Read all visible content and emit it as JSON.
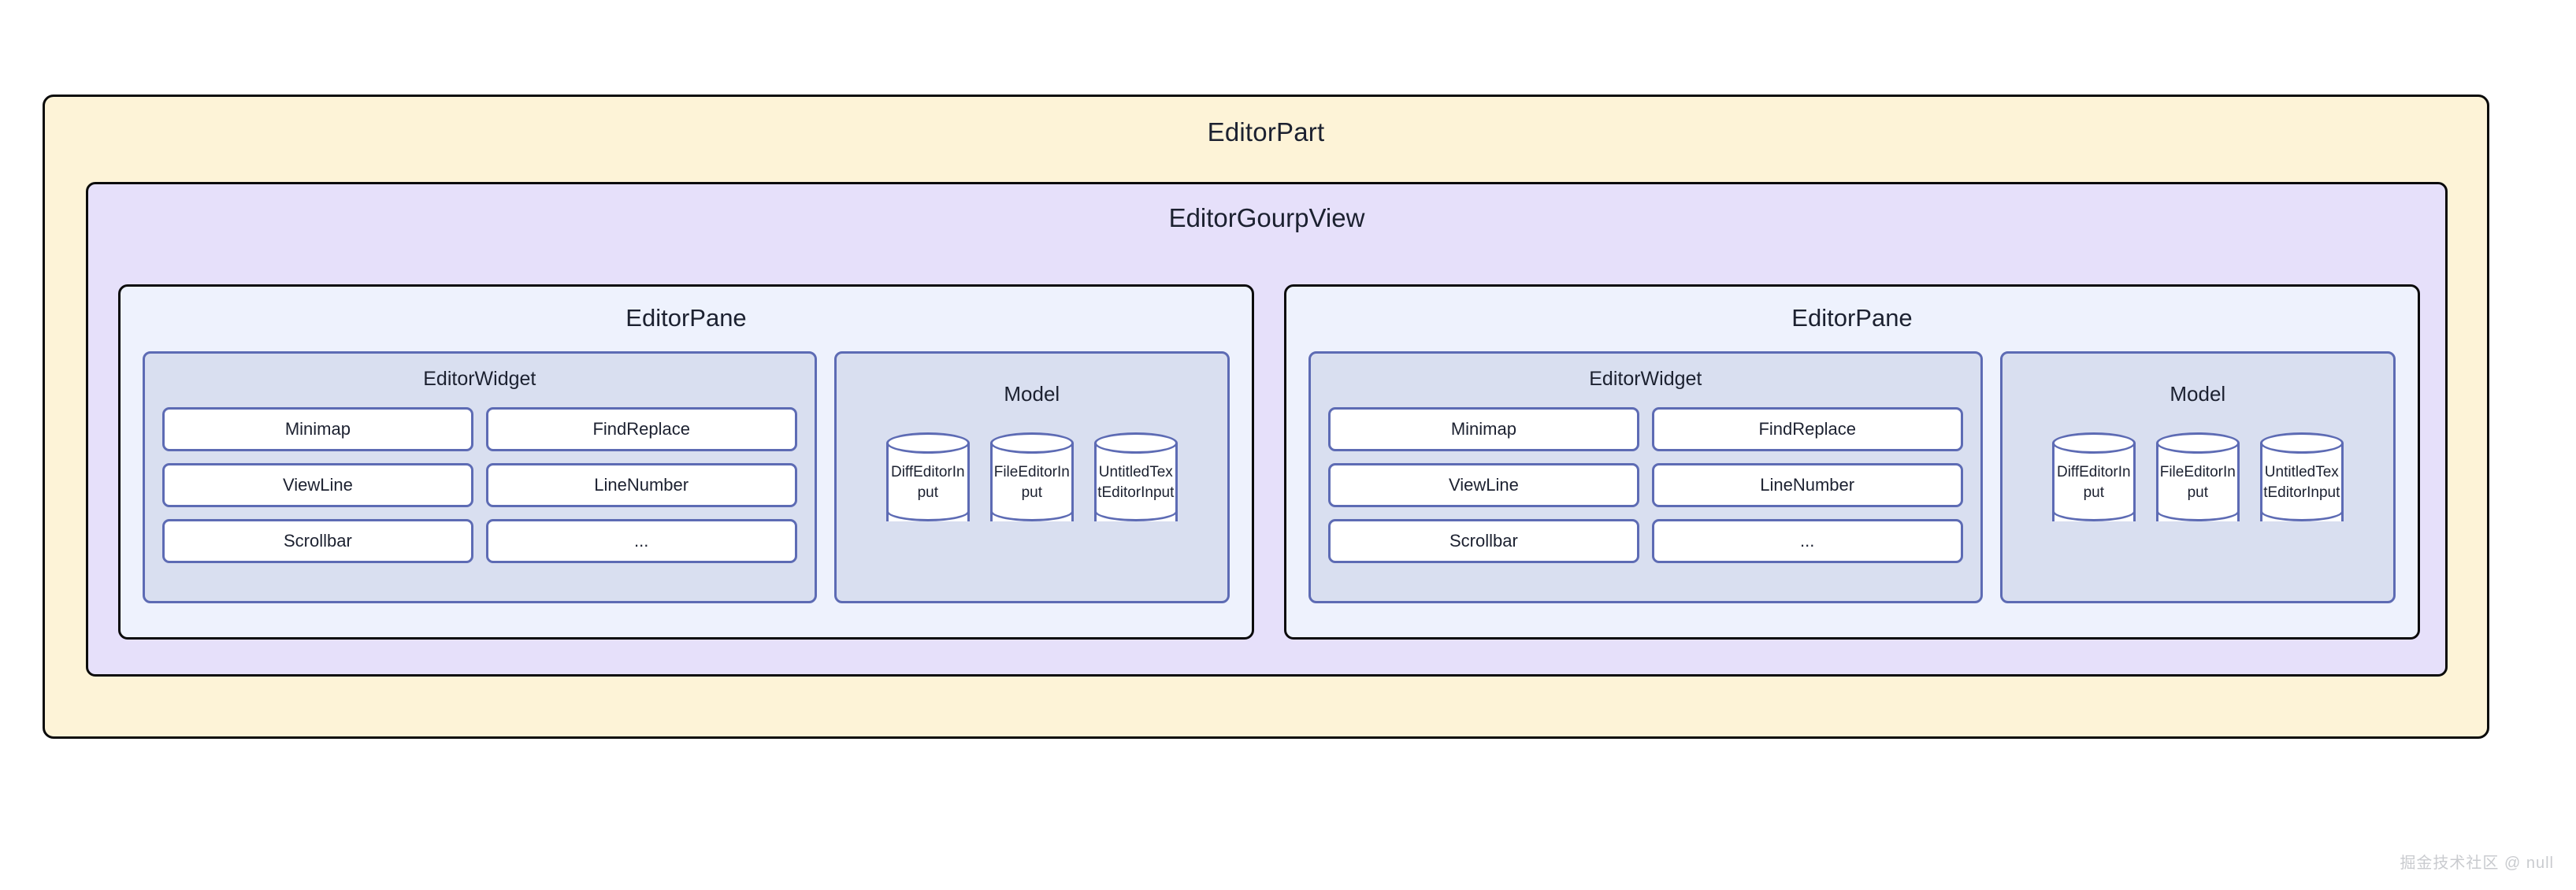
{
  "diagram": {
    "outer": {
      "title": "EditorPart",
      "fill": "#fdf3d7",
      "stroke": "#0b0b0b"
    },
    "group_view": {
      "title": "EditorGourpView",
      "fill": "#e6e0fa",
      "stroke": "#0b0b0b"
    },
    "panes": [
      {
        "title": "EditorPane",
        "fill": "#eef2fd",
        "stroke": "#0b0b0b",
        "editor_widget": {
          "title": "EditorWidget",
          "fill": "#d9dff0",
          "stroke": "#5d6bb4",
          "nodes": [
            "Minimap",
            "FindReplace",
            "ViewLine",
            "LineNumber",
            "Scrollbar",
            "..."
          ]
        },
        "model": {
          "title": "Model",
          "fill": "#d9dff0",
          "stroke": "#5d6bb4",
          "inputs": [
            "DiffEditorInput",
            "FileEditorInput",
            "UntitledTextEditorInput"
          ]
        }
      },
      {
        "title": "EditorPane",
        "fill": "#eef2fd",
        "stroke": "#0b0b0b",
        "editor_widget": {
          "title": "EditorWidget",
          "fill": "#d9dff0",
          "stroke": "#5d6bb4",
          "nodes": [
            "Minimap",
            "FindReplace",
            "ViewLine",
            "LineNumber",
            "Scrollbar",
            "..."
          ]
        },
        "model": {
          "title": "Model",
          "fill": "#d9dff0",
          "stroke": "#5d6bb4",
          "inputs": [
            "DiffEditorInput",
            "FileEditorInput",
            "UntitledTextEditorInput"
          ]
        }
      }
    ]
  },
  "watermark": {
    "text": "掘金技术社区 @ null",
    "color": "#c9cbcf"
  }
}
